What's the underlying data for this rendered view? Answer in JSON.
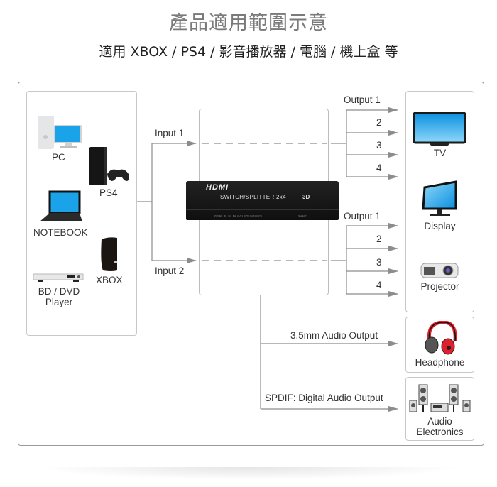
{
  "header": {
    "title": "產品適用範圍示意",
    "subtitle": "適用 XBOX / PS4 / 影音播放器 / 電腦 / 機上盒  等"
  },
  "sources": {
    "items": [
      {
        "label": "PC",
        "icon": "pc-icon"
      },
      {
        "label": "PS4",
        "icon": "ps4-icon"
      },
      {
        "label": "NOTEBOOK",
        "icon": "notebook-icon"
      },
      {
        "label": "XBOX",
        "icon": "xbox-icon"
      },
      {
        "label": "BD / DVD",
        "label2": "Player",
        "icon": "dvd-player-icon"
      }
    ]
  },
  "inputs": {
    "input1": "Input 1",
    "input2": "Input 2"
  },
  "device": {
    "brand": "HDMI",
    "model": "SWITCH/SPLITTER 2x4",
    "badge": "3D",
    "ports": [
      "POWER",
      "IR",
      "IN1",
      "IN2",
      "OUT1",
      "OUT2",
      "OUT3",
      "OUT4"
    ],
    "select": "SELECT"
  },
  "outputs_group1": [
    "Output 1",
    "2",
    "3",
    "4"
  ],
  "outputs_group2": [
    "Output 1",
    "2",
    "3",
    "4"
  ],
  "displays": {
    "tv": "TV",
    "display": "Display",
    "projector": "Projector"
  },
  "audio": {
    "analog_label": "3.5mm Audio Output",
    "digital_label": "SPDIF: Digital Audio Output",
    "headphone": "Headphone",
    "audio_electronics_1": "Audio",
    "audio_electronics_2": "Electronics"
  },
  "colors": {
    "line": "#8c8c8c",
    "screen_blue": "#1aa3e8",
    "headphone_red": "#e0202a",
    "device_black": "#1a1a1a"
  }
}
